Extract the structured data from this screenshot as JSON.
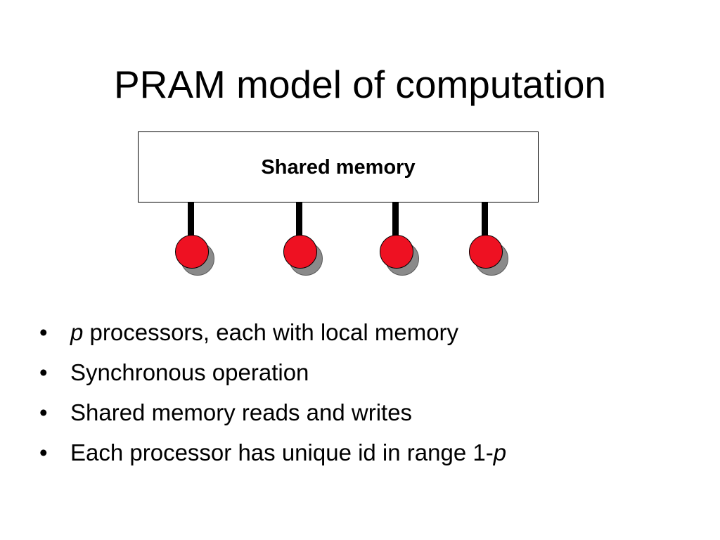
{
  "slide": {
    "title": "PRAM model of computation"
  },
  "diagram": {
    "memory_label": "Shared memory",
    "processor_count": 4,
    "colors": {
      "processor_fill": "#ee1122",
      "processor_shadow": "#8a8a8a",
      "connector": "#000000"
    }
  },
  "bullets": [
    {
      "bullet": "•",
      "prefix": "",
      "italic": "p",
      "text": " processors, each with local memory"
    },
    {
      "bullet": "•",
      "text": "Synchronous operation"
    },
    {
      "bullet": "•",
      "text": "Shared memory reads and writes"
    },
    {
      "bullet": "•",
      "text": "Each processor has unique id in range 1-",
      "italic_suffix": "p"
    }
  ]
}
